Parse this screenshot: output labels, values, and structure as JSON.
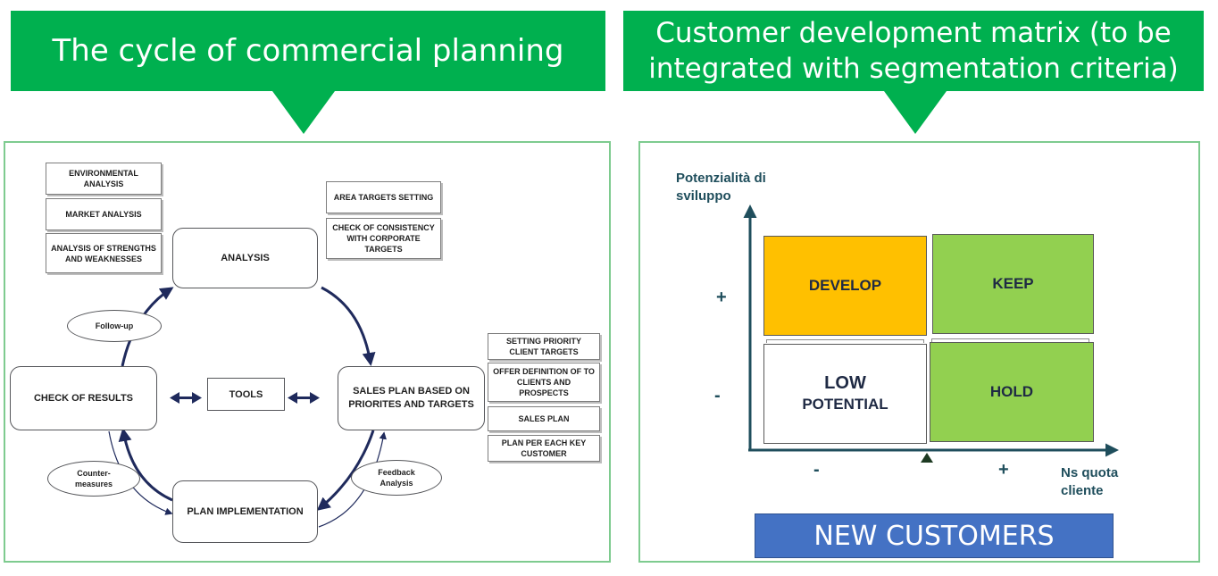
{
  "left": {
    "title": "The cycle of commercial planning",
    "analysis_inputs": [
      "ENVIRONMENTAL ANALYSIS",
      "MARKET ANALYSIS",
      "ANALYSIS OF STRENGTHS AND WEAKNESSES"
    ],
    "target_boxes": [
      "AREA TARGETS SETTING",
      "CHECK OF CONSISTENCY WITH CORPORATE TARGETS"
    ],
    "sales_outputs": [
      "SETTING PRIORITY CLIENT TARGETS",
      "OFFER DEFINITION OF TO CLIENTS AND PROSPECTS",
      "SALES PLAN",
      "PLAN PER EACH KEY CUSTOMER"
    ],
    "nodes": {
      "analysis": "ANALYSIS",
      "sales_plan": "SALES PLAN BASED ON PRIORITES AND TARGETS",
      "plan_implementation": "PLAN IMPLEMENTATION",
      "check_results": "CHECK OF RESULTS"
    },
    "tools": "TOOLS",
    "loops": {
      "follow_up": "Follow-up",
      "counter_measures": "Counter-measures",
      "feedback": "Feedback Analysis"
    }
  },
  "right": {
    "title": "Customer development matrix (to be integrated with segmentation criteria)",
    "y_axis_label": "Potenzialità di sviluppo",
    "x_axis_label": "Ns quota cliente",
    "y_plus": "+",
    "y_minus": "-",
    "x_minus": "-",
    "x_plus": "+",
    "quadrants": {
      "develop": "DEVELOP",
      "keep": "KEEP",
      "low_potential_first": "LOW",
      "low_potential_second": "POTENTIAL",
      "hold": "HOLD"
    },
    "new_customers": "NEW CUSTOMERS"
  },
  "colors": {
    "banner": "#00b04f",
    "develop": "#ffc000",
    "keep_hold": "#92d050",
    "new_customers": "#4472c4",
    "axis": "#1f4e5c",
    "cycle_arrow": "#1f2a5c"
  }
}
